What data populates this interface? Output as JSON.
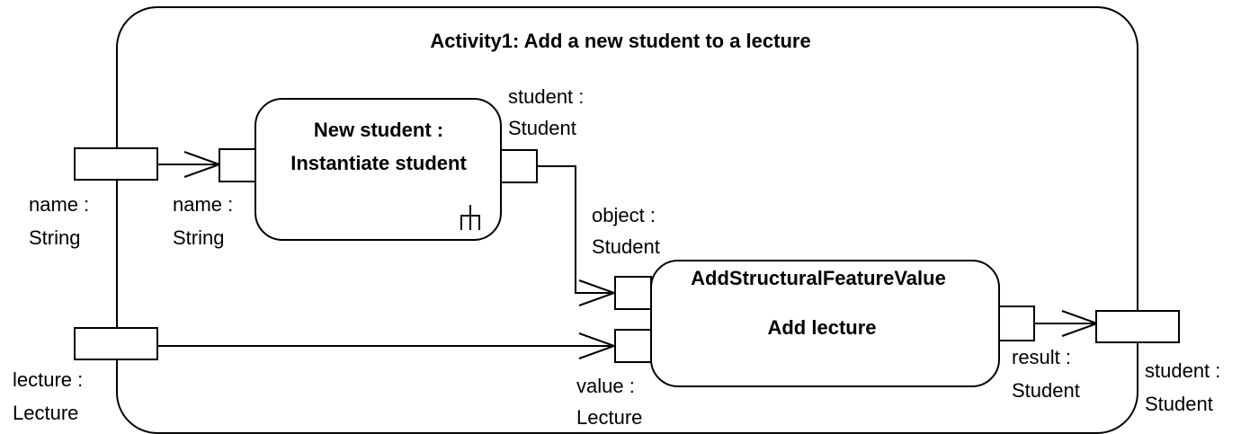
{
  "activity": {
    "title": "Activity1: Add a new student to a lecture"
  },
  "activity_params": {
    "name": {
      "line1": "name :",
      "line2": "String"
    },
    "lecture": {
      "line1": "lecture :",
      "line2": "Lecture"
    },
    "student_out": {
      "line1": "student :",
      "line2": "Student"
    }
  },
  "action_new_student": {
    "title_line1": "New student :",
    "title_line2": "Instantiate student",
    "icon": "rake-icon",
    "pin_in": {
      "line1": "name :",
      "line2": "String"
    },
    "pin_out": {
      "line1": "student :",
      "line2": "Student"
    }
  },
  "action_add_lecture": {
    "stereotype": "AddStructuralFeatureValue",
    "title": "Add lecture",
    "pin_object": {
      "line1": "object :",
      "line2": "Student"
    },
    "pin_value": {
      "line1": "value :",
      "line2": "Lecture"
    },
    "pin_result": {
      "line1": "result :",
      "line2": "Student"
    }
  }
}
